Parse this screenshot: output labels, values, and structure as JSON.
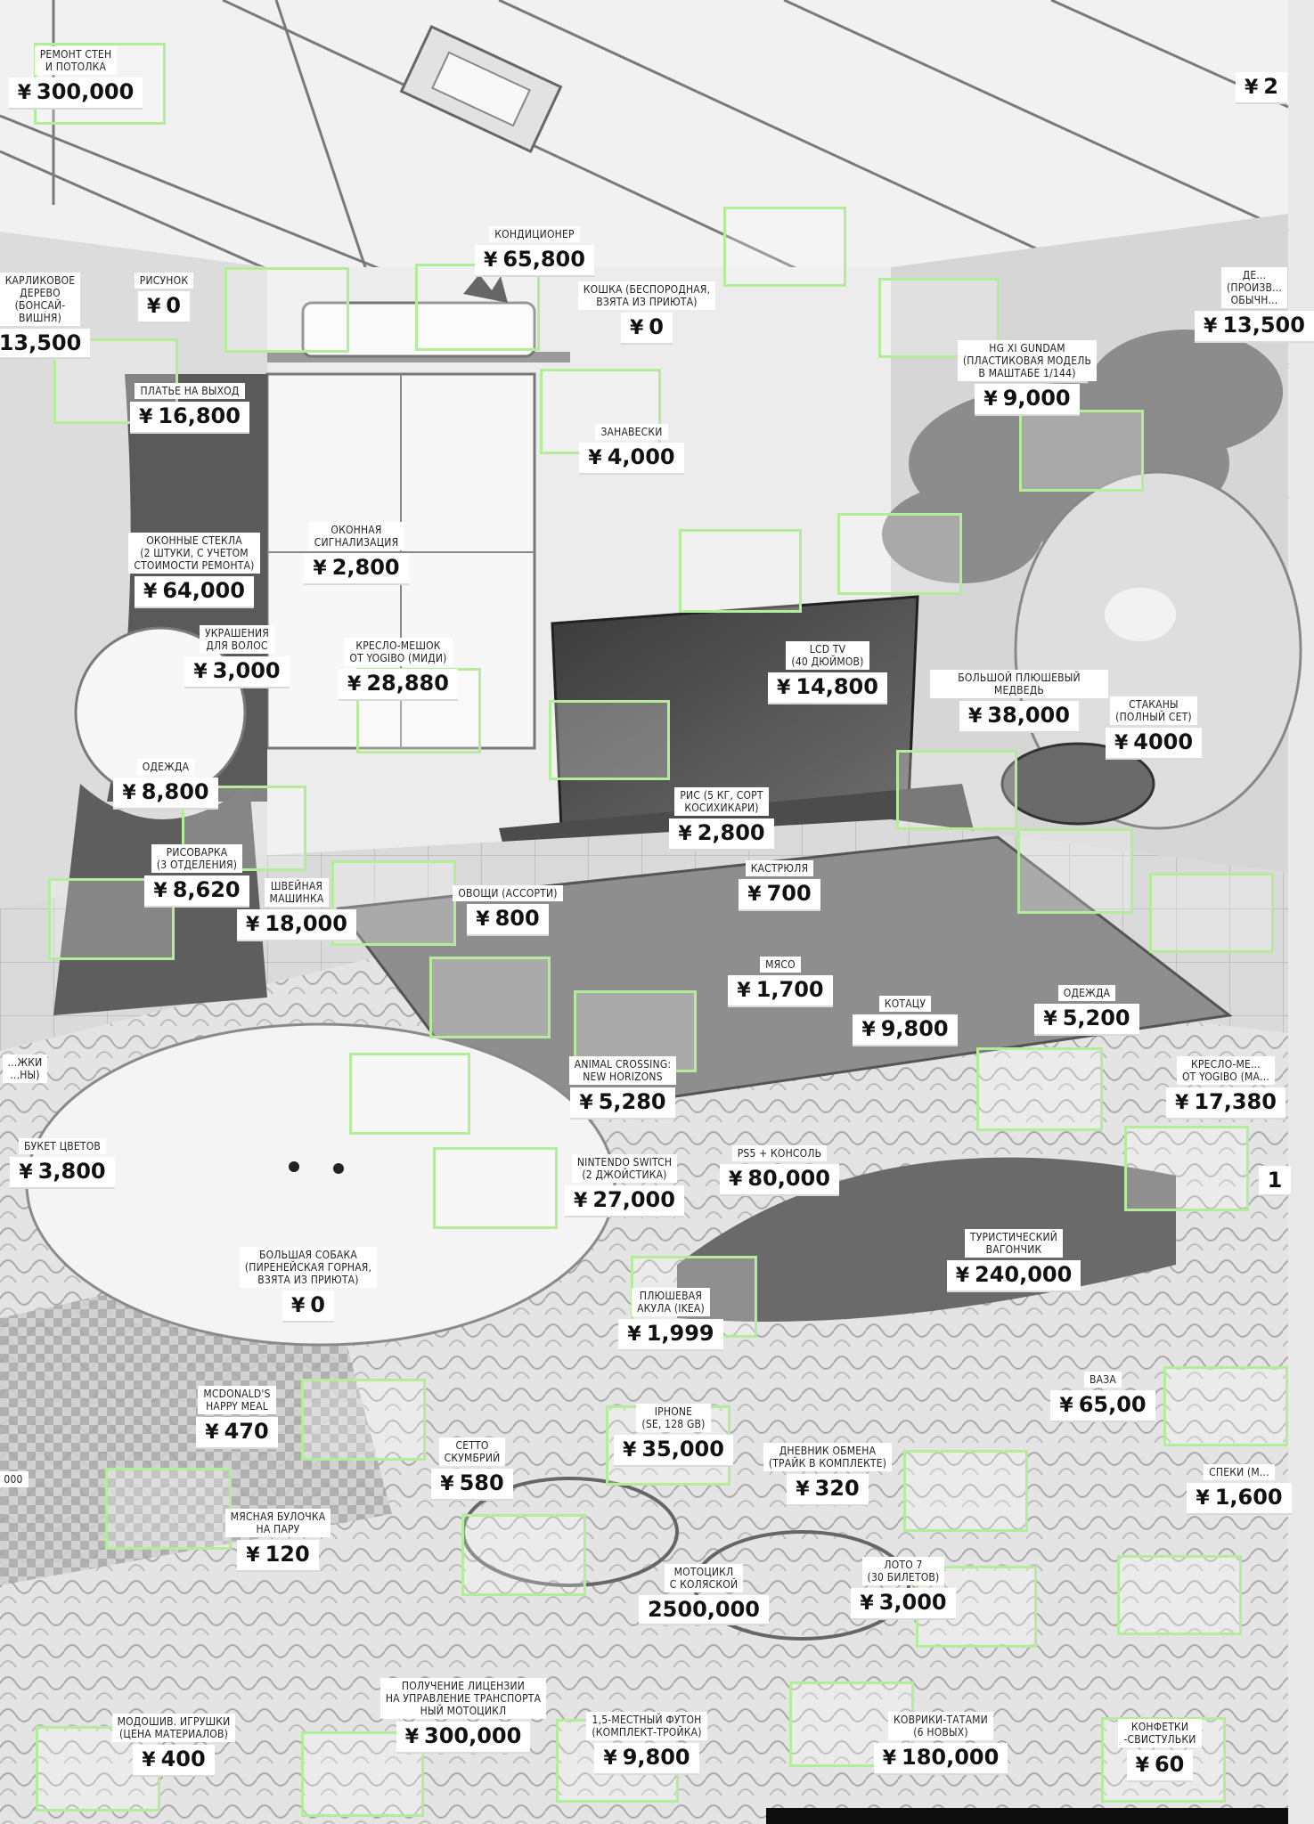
{
  "page": {
    "bottom_text": "",
    "currency_symbol": "¥"
  },
  "labels": [
    {
      "id": "remont-sten",
      "name": "РЕМОНТ СТЕН\nИ ПОТОЛКА",
      "price": "300,000"
    },
    {
      "id": "top-right-partial",
      "name": "",
      "price": "2"
    },
    {
      "id": "kondicioner",
      "name": "КОНДИЦИОНЕР",
      "price": "65,800"
    },
    {
      "id": "risunok",
      "name": "РИСУНОК",
      "price": "0"
    },
    {
      "id": "koshka",
      "name": "КОШКА (БЕСПОРОДНАЯ,\nВЗЯТА ИЗ ПРИЮТА)",
      "price": "0"
    },
    {
      "id": "left-tree",
      "name": "КАРЛИКОВОЕ ДЕРЕВО\n(БОНСАЙ-ВИШНЯ)",
      "price": "13,500"
    },
    {
      "id": "right-edge-1",
      "name": "ДЕ...\n(ПРОИЗВ...\nОБЫЧН...",
      "price": "13,500"
    },
    {
      "id": "gundam",
      "name": "HG XI GUNDAM\n(ПЛАСТИКОВАЯ МОДЕЛЬ\nВ МАШТАБЕ 1/144)",
      "price": "9,000"
    },
    {
      "id": "plate",
      "name": "ПЛАТЬЕ НА ВЫХОД",
      "price": "16,800"
    },
    {
      "id": "zanaveski",
      "name": "ЗАНАВЕСКИ",
      "price": "4,000"
    },
    {
      "id": "okonnaya-signal",
      "name": "ОКОННАЯ\nСИГНАЛИЗАЦИЯ",
      "price": "2,800"
    },
    {
      "id": "okonnye-stekla",
      "name": "ОКОННЫЕ СТЕКЛА\n(2 ШТУКИ, С УЧЕТОМ\nСТОИМОСТИ РЕМОНТА)",
      "price": "64,000"
    },
    {
      "id": "ukrasheniya",
      "name": "УКРАШЕНИЯ\nДЛЯ ВОЛОС",
      "price": "3,000"
    },
    {
      "id": "kreslo-meshok",
      "name": "КРЕСЛО-МЕШОК\nОТ YOGIBO (МИДИ)",
      "price": "28,880"
    },
    {
      "id": "lcd-tv",
      "name": "LCD TV\n(40 ДЮЙМОВ)",
      "price": "14,800"
    },
    {
      "id": "bolshoy-plush",
      "name": "БОЛЬШОЙ ПЛЮШЕВЫЙ МЕДВЕДЬ",
      "price": "38,000"
    },
    {
      "id": "stakany",
      "name": "СТАКАНЫ\n(ПОЛНЫЙ СЕТ)",
      "price": "4000"
    },
    {
      "id": "odezhda-1",
      "name": "ОДЕЖДА",
      "price": "8,800"
    },
    {
      "id": "ris",
      "name": "РИС (5 КГ, СОРТ\nКОСИХИКАРИ)",
      "price": "2,800"
    },
    {
      "id": "risovarka",
      "name": "РИСОВАРКА\n(3 ОТДЕЛЕНИЯ)",
      "price": "8,620"
    },
    {
      "id": "shveynaya",
      "name": "ШВЕЙНАЯ\nМАШИНКА",
      "price": "18,000"
    },
    {
      "id": "ovoshchi",
      "name": "ОВОЩИ (АССОРТИ)",
      "price": "800"
    },
    {
      "id": "kastryulya",
      "name": "КАСТРЮЛЯ",
      "price": "700"
    },
    {
      "id": "myaso",
      "name": "МЯСО",
      "price": "1,700"
    },
    {
      "id": "kotatsu",
      "name": "КОТАЦУ",
      "price": "9,800"
    },
    {
      "id": "odezhda-2",
      "name": "ОДЕЖДА",
      "price": "5,200"
    },
    {
      "id": "left-edge-1",
      "name": "...ЖКИ\n...НЫ)",
      "price": ""
    },
    {
      "id": "animal-crossing",
      "name": "ANIMAL CROSSING:\nNEW HORIZONS",
      "price": "5,280"
    },
    {
      "id": "kreslo-meshok-2",
      "name": "КРЕСЛО-МЕ...\nОТ YOGIBO (МА...",
      "price": "17,380"
    },
    {
      "id": "buket",
      "name": "БУКЕТ ЦВЕТОВ",
      "price": "3,800"
    },
    {
      "id": "nintendo",
      "name": "NINTENDO SWITCH\n(2 ДЖОЙСТИКА)",
      "price": "27,000"
    },
    {
      "id": "ps5",
      "name": "PS5 + КОНСОЛЬ",
      "price": "80,000"
    },
    {
      "id": "right-edge-2",
      "name": "",
      "price": "1"
    },
    {
      "id": "turist-vagon",
      "name": "ТУРИСТИЧЕСКИЙ\nВАГОНЧИК",
      "price": "240,000"
    },
    {
      "id": "sobaka",
      "name": "БОЛЬШАЯ СОБАКА\n(ПИРЕНЕЙСКАЯ ГОРНАЯ,\nВЗЯТА ИЗ ПРИЮТА)",
      "price": "0"
    },
    {
      "id": "plyushevaya-akula",
      "name": "ПЛЮШЕВАЯ\nАКУЛА (IKEA)",
      "price": "1,999"
    },
    {
      "id": "happy-meal",
      "name": "MCDONALD'S\nHAPPY MEAL",
      "price": "470"
    },
    {
      "id": "vaza",
      "name": "ВАЗА",
      "price": "65,00"
    },
    {
      "id": "left-edge-2",
      "name": "",
      "price": "000"
    },
    {
      "id": "setto-skumbrii",
      "name": "СЕТТО\nСКУМБРИЙ",
      "price": "580"
    },
    {
      "id": "iphone",
      "name": "IPHONE\n(SE, 128 GB)",
      "price": "35,000"
    },
    {
      "id": "dnevnik",
      "name": "ДНЕВНИК ОБМЕНА\n(ТРАЙК В КОМПЛЕКТЕ)",
      "price": "320"
    },
    {
      "id": "right-edge-3",
      "name": "СПЕКИ (М...",
      "price": "1,600"
    },
    {
      "id": "myasnaya-bulochka",
      "name": "МЯСНАЯ БУЛОЧКА\nНА ПАРУ",
      "price": "120"
    },
    {
      "id": "mototsikl",
      "name": "МОТОЦИКЛ\nС КОЛЯСКОЙ",
      "price": "2500,000"
    },
    {
      "id": "loto",
      "name": "ЛОТО 7\n(30 БИЛЕТОВ)",
      "price": "3,000"
    },
    {
      "id": "prava",
      "name": "ПОЛУЧЕНИЕ ЛИЦЕНЗИИ\nНА УПРАВЛЕНИЕ ТРАНСПОРТА\nНЫЙ МОТОЦИКЛ",
      "price": "300,000"
    },
    {
      "id": "igrushki",
      "name": "МОДОШИВ. ИГРУШКИ\n(ЦЕНА МАТЕРИАЛОВ)",
      "price": "400"
    },
    {
      "id": "futon",
      "name": "1,5-МЕСТНЫЙ ФУТОН\n(КОМПЛЕКТ-ТРОЙКА)",
      "price": "9,800"
    },
    {
      "id": "tatami",
      "name": "КОВРИКИ-ТАТАМИ\n(6 НОВЫХ)",
      "price": "180,000"
    },
    {
      "id": "konfetki",
      "name": "КОНФЕТКИ\n-СВИСТУЛЬКИ",
      "price": "60"
    }
  ]
}
